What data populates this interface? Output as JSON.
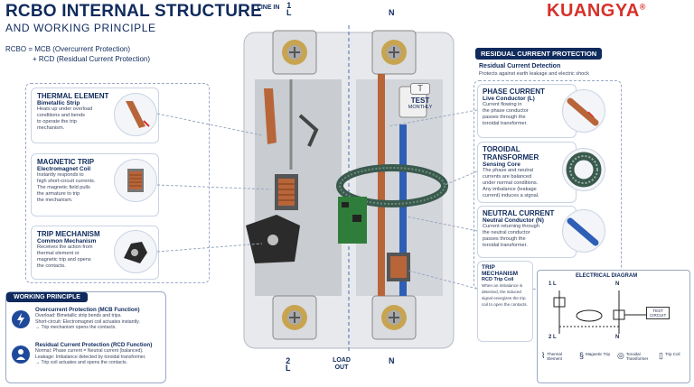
{
  "header": {
    "title": "RCBO INTERNAL STRUCTURE",
    "subtitle": "AND WORKING PRINCIPLE",
    "def_line1": "RCBO = MCB (Overcurrent Protection)",
    "def_line2": "+ RCD (Residual Current Protection)",
    "brand": "KUANGYA",
    "brand_mark": "®"
  },
  "terminals": {
    "line_in": "LINE IN",
    "l1": "1",
    "l1_letter": "L",
    "n_top": "N",
    "n_bottom": "N",
    "l2": "2",
    "l2_letter": "L",
    "load_out": "LOAD OUT",
    "test": "TEST",
    "test_sub": "MONTHLY",
    "test_letter": "T"
  },
  "left_cards": [
    {
      "title": "THERMAL ELEMENT",
      "sub": "Bimetallic Strip",
      "text": [
        "Heats up under overload",
        "conditions and bends",
        "to operate the trip",
        "mechanism."
      ]
    },
    {
      "title": "MAGNETIC TRIP",
      "sub": "Electromagnet Coil",
      "text": [
        "Instantly responds to",
        "high short-circuit currents.",
        "The magnetic field pulls",
        "the armature to trip",
        "the mechanism."
      ]
    },
    {
      "title": "TRIP MECHANISM",
      "sub": "Common Mechanism",
      "text": [
        "Receives the action from",
        "thermal element or",
        "magnetic trip and opens",
        "the contacts."
      ]
    }
  ],
  "right": {
    "badge": "RESIDUAL CURRENT PROTECTION",
    "badge_sub": "Residual Current Detection",
    "badge_text": "Protects against earth leakage and electric shock",
    "cards": [
      {
        "title": "PHASE CURRENT",
        "sub": "Live Conductor (L)",
        "text": [
          "Current flowing in",
          "the phase conductor",
          "passes through the",
          "toroidal transformer."
        ]
      },
      {
        "title": "TOROIDAL TRANSFORMER",
        "sub": "Sensing Core",
        "text": [
          "The phase and neutral",
          "currents are balanced",
          "under normal conditions.",
          "Any imbalance (leakage",
          "current) induces a signal."
        ]
      },
      {
        "title": "NEUTRAL CURRENT",
        "sub": "Neutral Conductor (N)",
        "text": [
          "Current returning through",
          "the neutral conductor",
          "passes through the",
          "toroidal transformer."
        ]
      },
      {
        "title": "TRIP MECHANISM",
        "sub": "RCD Trip Coil",
        "text": [
          "When an imbalance is",
          "detected, the induced",
          "signal energizes the trip",
          "coil to open the contacts."
        ]
      }
    ]
  },
  "working": {
    "head": "WORKING PRINCIPLE",
    "items": [
      {
        "title": "Overcurrent Protection (MCB Function)",
        "l1": "Overload: Bimetallic strip bends and trips.",
        "l2": "Short-circuit: Electromagnet coil actuates instantly.",
        "l3": "→ Trip mechanism opens the contacts."
      },
      {
        "title": "Residual Current Protection (RCD Function)",
        "l1": "Normal: Phase current = Neutral current (balanced).",
        "l2": "Leakage: Imbalance detected by toroidal transformer.",
        "l3": "→ Trip coil actuates and opens the contacts."
      }
    ]
  },
  "diagram": {
    "title": "ELECTRICAL DIAGRAM",
    "t1": "1",
    "t1l": "L",
    "tn": "N",
    "t2": "2",
    "t2l": "L",
    "tn2": "N",
    "test": "TEST",
    "test2": "CIRCUIT",
    "legend": [
      "Thermal Element",
      "Magnetic Trip",
      "Toroidal Transformer",
      "Trip Coil"
    ]
  },
  "colors": {
    "navy": "#0f2a5c",
    "accent": "#1f4a9a",
    "brand": "#d6312b",
    "copper": "#b8653a"
  }
}
